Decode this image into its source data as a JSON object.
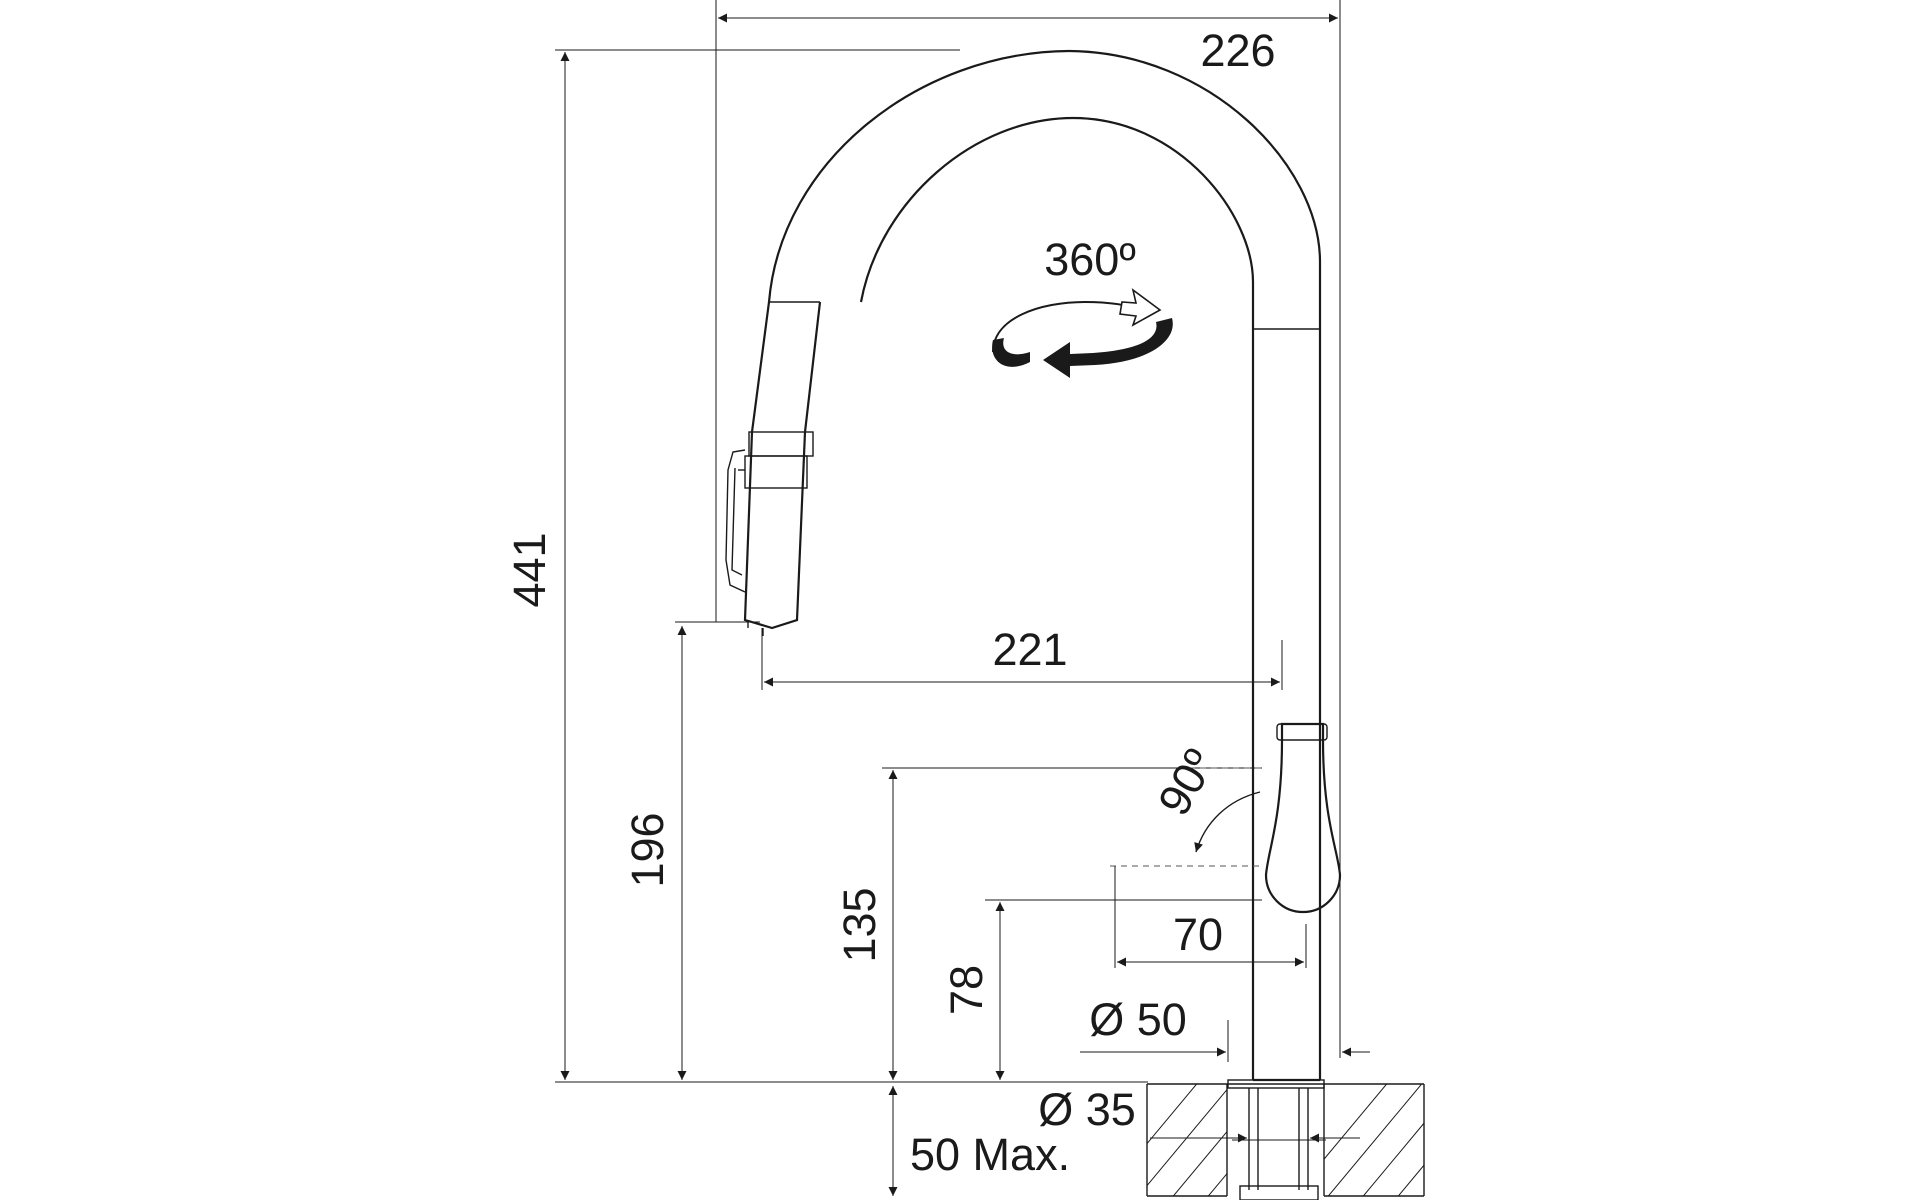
{
  "dimensions": {
    "overall_width": "226",
    "overall_height": "441",
    "spout_reach": "221",
    "spout_clearance": "196",
    "lever_height": "135",
    "lever_axis_height": "78",
    "lever_offset": "70",
    "base_diameter": "Ø 50",
    "hole_diameter": "Ø 35",
    "max_thickness": "50 Max."
  },
  "angles": {
    "spout_rotation": "360º",
    "lever_rotation": "90º"
  },
  "colors": {
    "line": "#1a1a1a",
    "background": "#ffffff"
  }
}
